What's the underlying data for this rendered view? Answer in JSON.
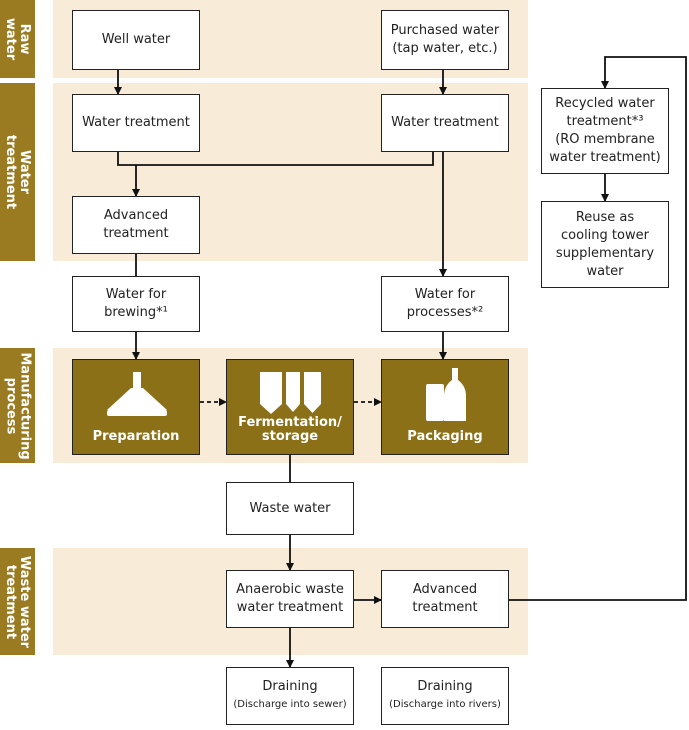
{
  "colors": {
    "band": "#f8ecd8",
    "label": "#9a7b21",
    "process": "#8c7018"
  },
  "sections": {
    "raw_water": "Raw\nwater",
    "water_treatment": "Water\ntreatment",
    "manufacturing": "Manufacturing\nprocess",
    "waste_water_treatment": "Waste water\ntreatment"
  },
  "boxes": {
    "well_water": "Well water",
    "purchased_water": "Purchased water\n(tap water, etc.)",
    "water_treatment_left": "Water treatment",
    "water_treatment_right": "Water treatment",
    "advanced_treatment": "Advanced\ntreatment",
    "water_for_brewing": "Water for\nbrewing*¹",
    "water_for_processes": "Water for\nprocesses*²",
    "waste_water": "Waste water",
    "anaerobic": "Anaerobic waste\nwater treatment",
    "advanced_treatment_waste": "Advanced\ntreatment",
    "draining_sewer": "Draining",
    "draining_sewer_note": "(Discharge into sewer)",
    "draining_rivers": "Draining",
    "draining_rivers_note": "(Discharge into rivers)",
    "recycled": "Recycled water\ntreatment*³\n(RO membrane\nwater treatment)",
    "reuse": "Reuse as\ncooling tower\nsupplementary\nwater"
  },
  "process": {
    "preparation": "Preparation",
    "fermentation": "Fermentation/\nstorage",
    "packaging": "Packaging"
  }
}
